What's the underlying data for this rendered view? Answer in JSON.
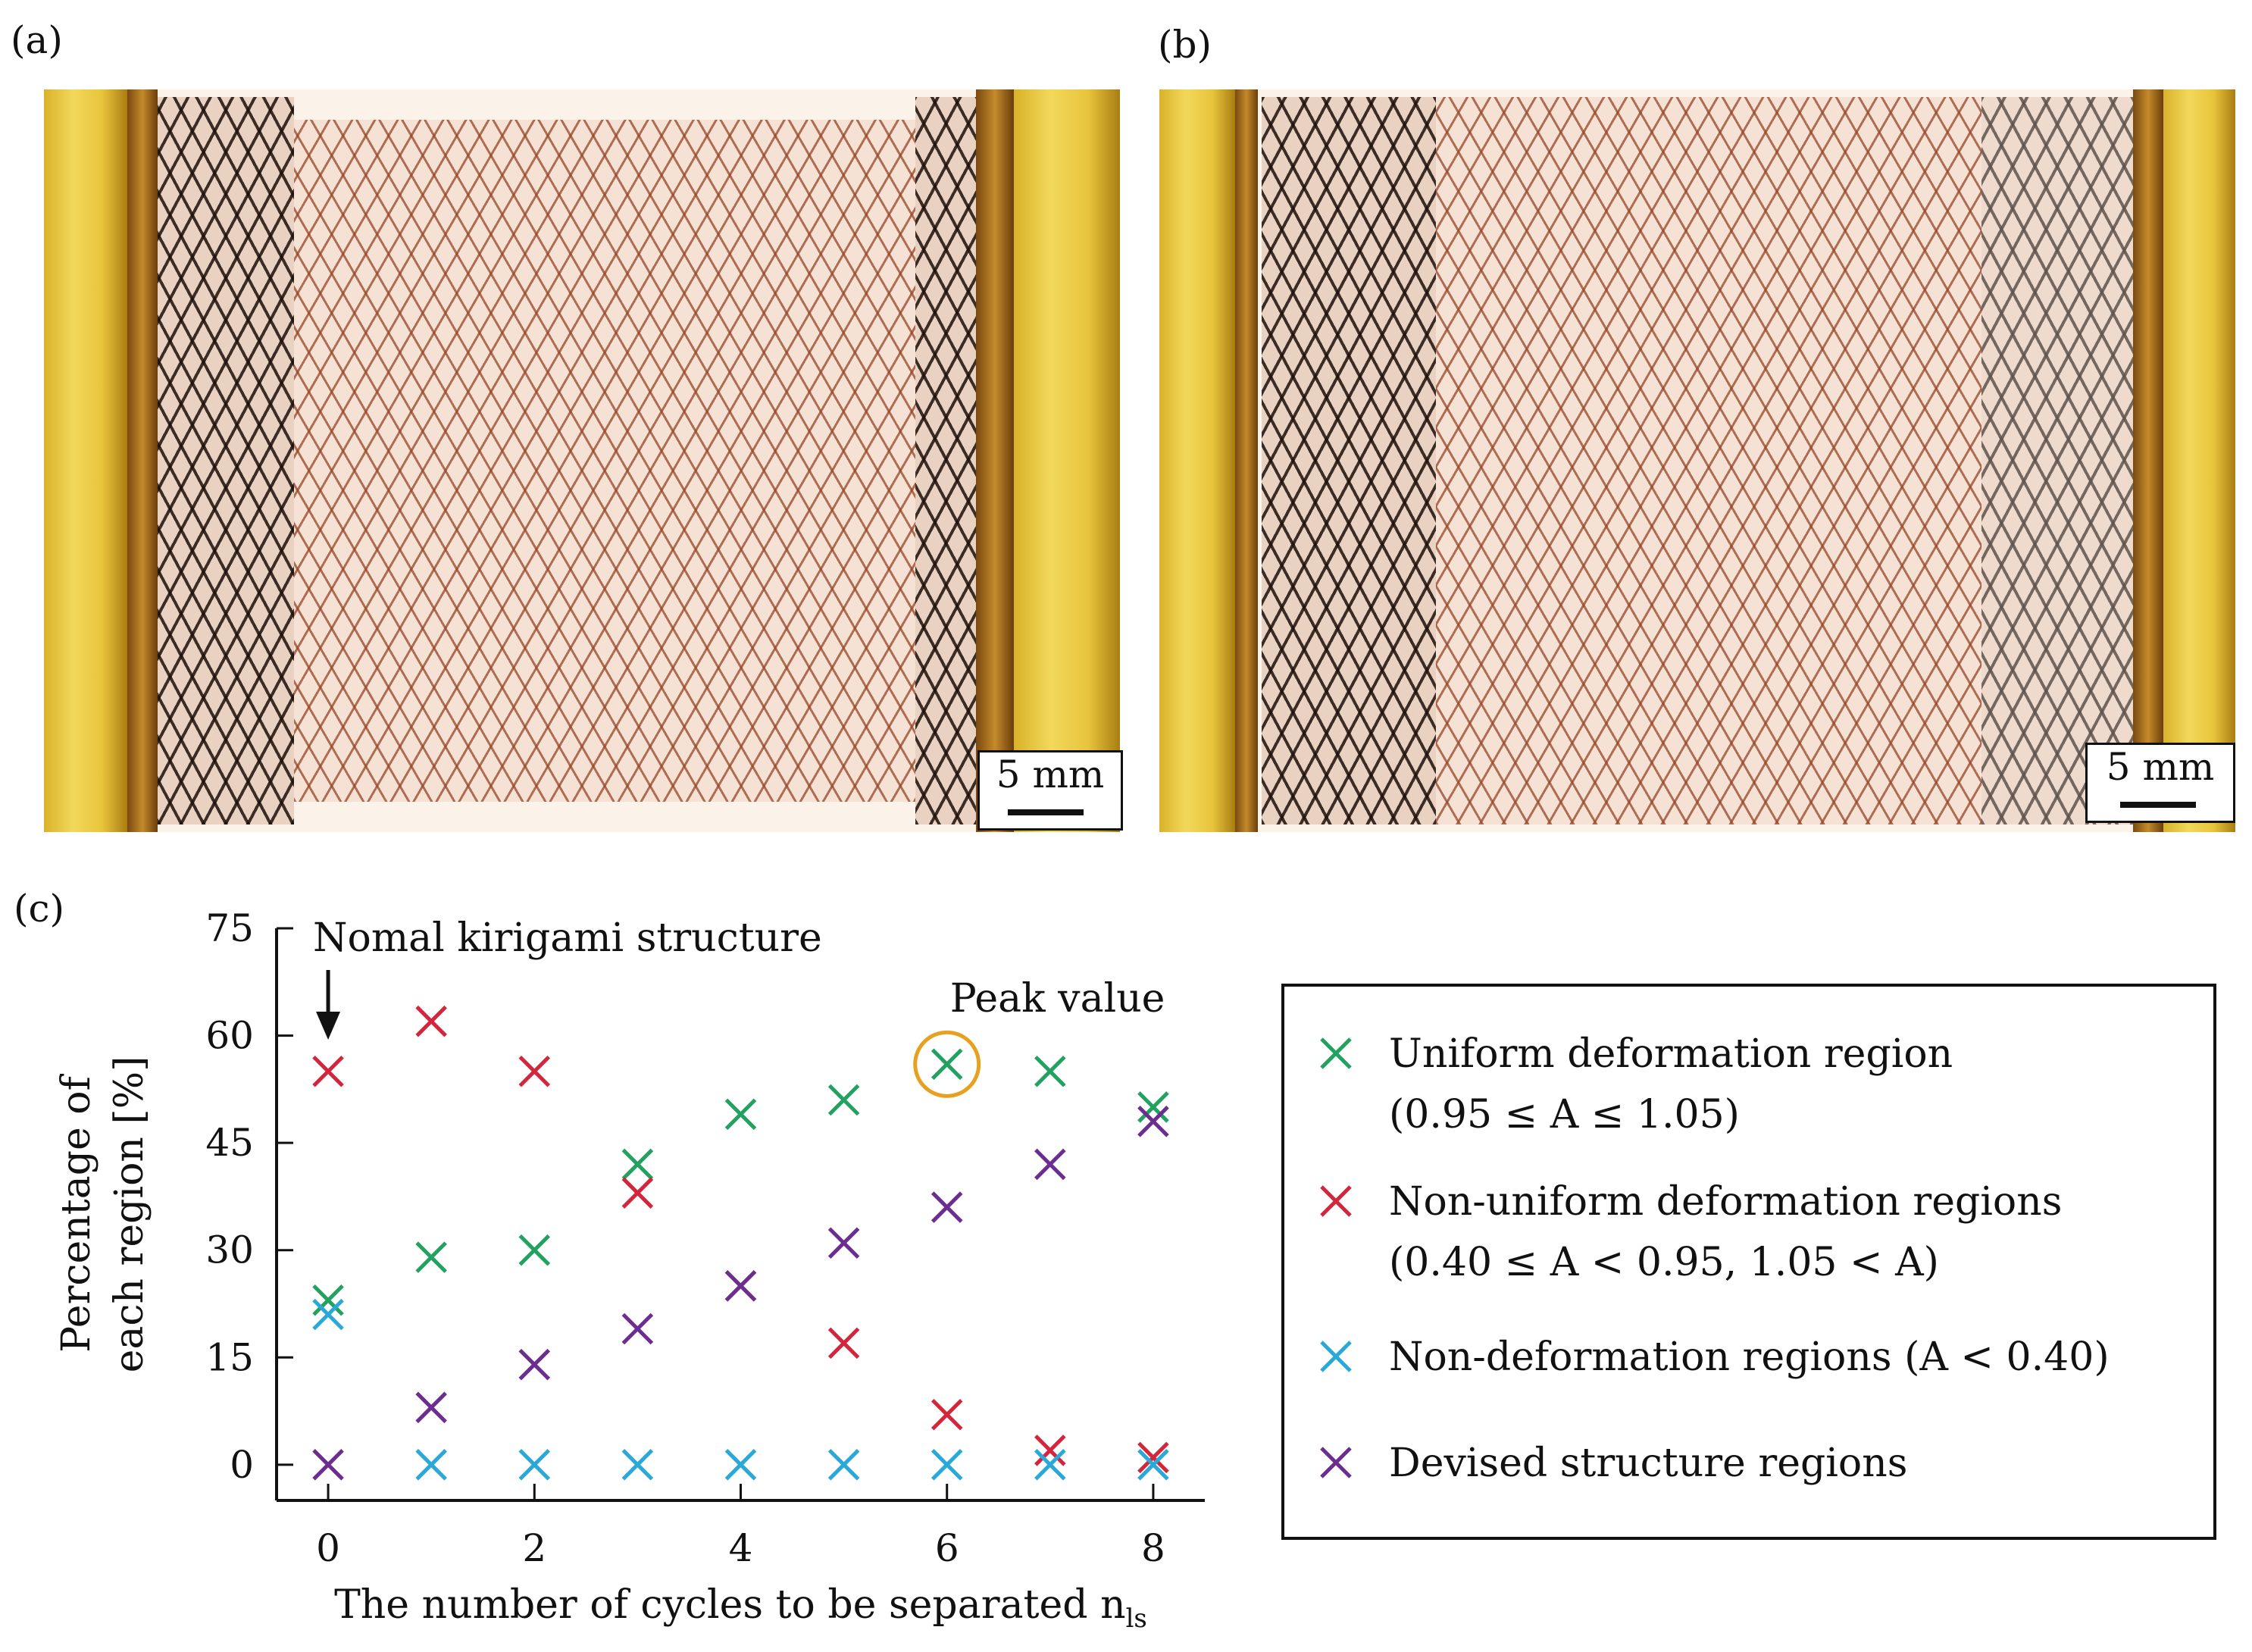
{
  "panels": {
    "a": {
      "label": "(a)",
      "scale": "5 mm"
    },
    "b": {
      "label": "(b)",
      "scale": "5 mm"
    },
    "c": {
      "label": "(c)"
    }
  },
  "colors": {
    "uniform": "#22a160",
    "non_uniform": "#d3263c",
    "non_deformation": "#2aa8d8",
    "devised": "#6b2d8f",
    "peak_circle": "#e8a020"
  },
  "chart_data": {
    "type": "scatter",
    "xlabel": "The number of cycles to be separated n",
    "xlabel_subscript": "ls",
    "ylabel_line1": "Percentage of",
    "ylabel_line2": "each region [%]",
    "xlim": [
      -0.5,
      8.5
    ],
    "ylim": [
      -5,
      75
    ],
    "xticks": [
      "0",
      "2",
      "4",
      "6",
      "8"
    ],
    "xtick_values": [
      0,
      2,
      4,
      6,
      8
    ],
    "yticks": [
      "0",
      "15",
      "30",
      "45",
      "60",
      "75"
    ],
    "ytick_values": [
      0,
      15,
      30,
      45,
      60,
      75
    ],
    "marker": "x",
    "annotations": {
      "normal": "Nomal kirigami structure",
      "normal_x": 0,
      "peak": "Peak value",
      "peak_x": 6,
      "peak_y": 56
    },
    "legend": {
      "placement": "right",
      "entries": [
        {
          "line1": "Uniform deformation region",
          "line2": "(0.95 ≤ A ≤ 1.05)"
        },
        {
          "line1": "Non-uniform deformation regions",
          "line2": "(0.40 ≤ A < 0.95, 1.05 < A)"
        },
        {
          "line1": "Non-deformation regions (A < 0.40)",
          "line2": ""
        },
        {
          "line1": "Devised structure regions",
          "line2": ""
        }
      ]
    },
    "x": [
      0,
      1,
      2,
      3,
      4,
      5,
      6,
      7,
      8
    ],
    "series": [
      {
        "key": "uniform",
        "values": [
          23,
          29,
          30,
          42,
          49,
          51,
          56,
          55,
          50
        ]
      },
      {
        "key": "non_uniform",
        "values": [
          55,
          62,
          55,
          38,
          25,
          17,
          7,
          2,
          1
        ]
      },
      {
        "key": "non_deformation",
        "values": [
          21,
          0,
          0,
          0,
          0,
          0,
          0,
          0,
          0
        ]
      },
      {
        "key": "devised",
        "values": [
          0,
          8,
          14,
          19,
          25,
          31,
          36,
          42,
          48
        ]
      }
    ]
  }
}
